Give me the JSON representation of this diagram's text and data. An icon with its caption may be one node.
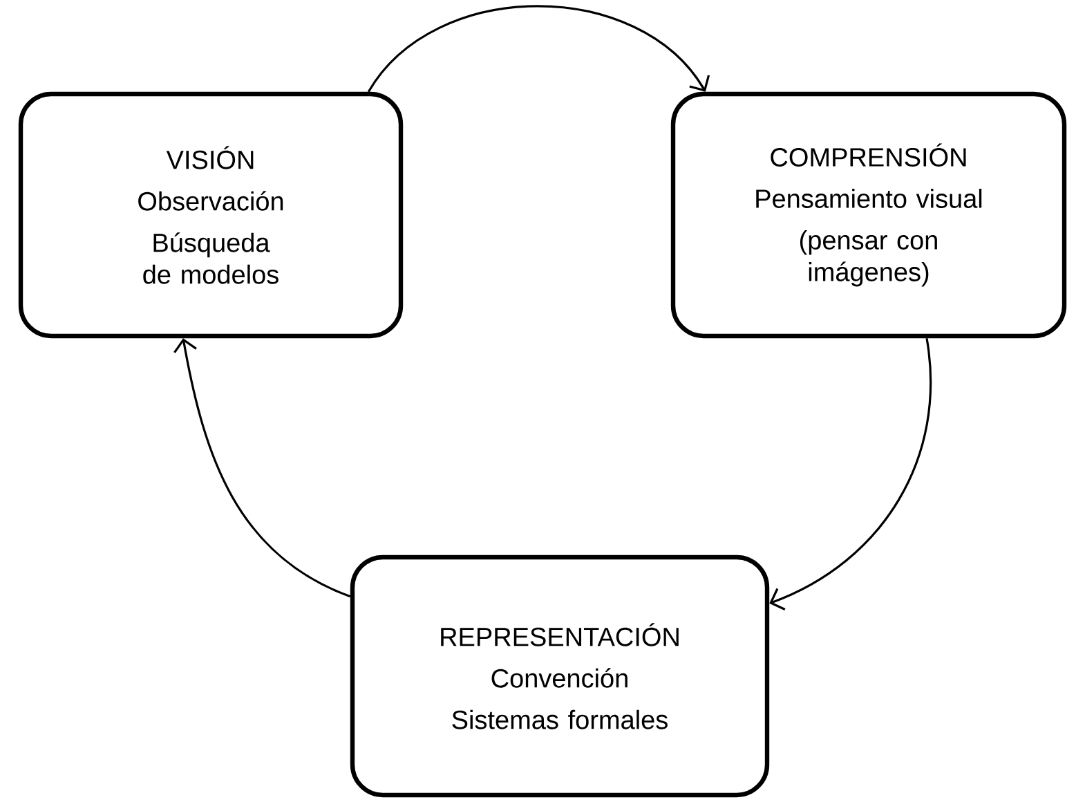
{
  "diagram": {
    "nodes": [
      {
        "text": [
          "VISIÓN",
          "Observación",
          "Búsqueda de modelos"
        ]
      },
      {
        "text": [
          "COMPRENSIÓN",
          "Pensamiento visual",
          "(pensar con imágenes)"
        ]
      },
      {
        "text": [
          "REPRESENTACIÓN",
          "Convención",
          "Sistemas formales"
        ]
      }
    ],
    "edges": [
      {
        "from": 0,
        "to": 1,
        "arrow": "to"
      },
      {
        "from": 1,
        "to": 2,
        "arrow": "to"
      },
      {
        "from": 2,
        "to": 0,
        "arrow": "to"
      }
    ]
  }
}
